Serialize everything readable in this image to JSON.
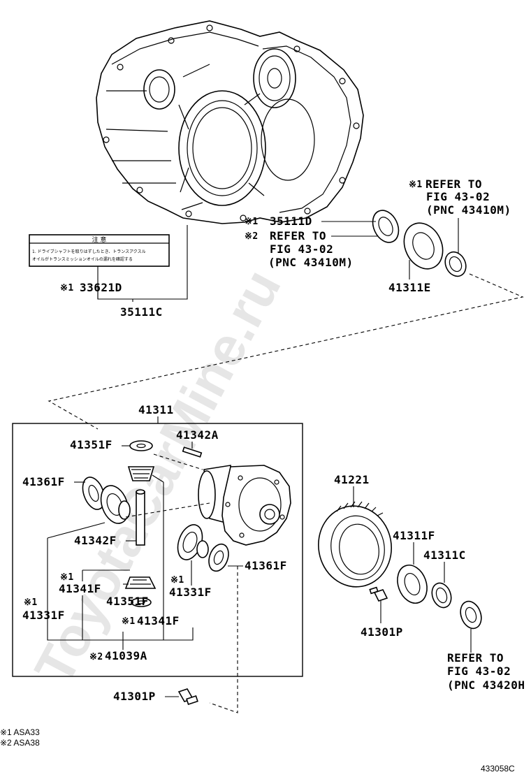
{
  "watermark": "ToyotaCarMine.ru",
  "caution_label": {
    "title": "注 意",
    "line1": "1. ドライブシャフトを取りはずしたとき、トランスアクスル",
    "line2": "オイルがトランスミッションオイルの漏れを確認する"
  },
  "callouts": {
    "c33621D": "33621D",
    "c35111C": "35111C",
    "c35111D": "35111D",
    "ref1_l1": "REFER TO",
    "ref1_l2": "FIG 43-02",
    "ref1_l3": "(PNC 43410M)",
    "ref2_l1": "REFER TO",
    "ref2_l2": "FIG 43-02",
    "ref2_l3": "(PNC 43410M)",
    "c41311E": "41311E",
    "c41311": "41311",
    "c41351F_a": "41351F",
    "c41342A": "41342A",
    "c41361F_a": "41361F",
    "c41342F": "41342F",
    "c41341F_a": "41341F",
    "c41351F_b": "41351F",
    "c41331F_a": "41331F",
    "c41361F_b": "41361F",
    "c41331F_b": "41331F",
    "c41341F_b": "41341F",
    "c41039A": "41039A",
    "c41221": "41221",
    "c41311F": "41311F",
    "c41311C": "41311C",
    "c41301P_a": "41301P",
    "ref3_l1": "REFER TO",
    "ref3_l2": "FIG 43-02",
    "ref3_l3": "(PNC 43420H",
    "c41301P_b": "41301P"
  },
  "notes": {
    "m1": "※1",
    "m2": "※2",
    "legend1": "※1 ASA33",
    "legend2": "※2 ASA38"
  },
  "figure_id": "433058C"
}
